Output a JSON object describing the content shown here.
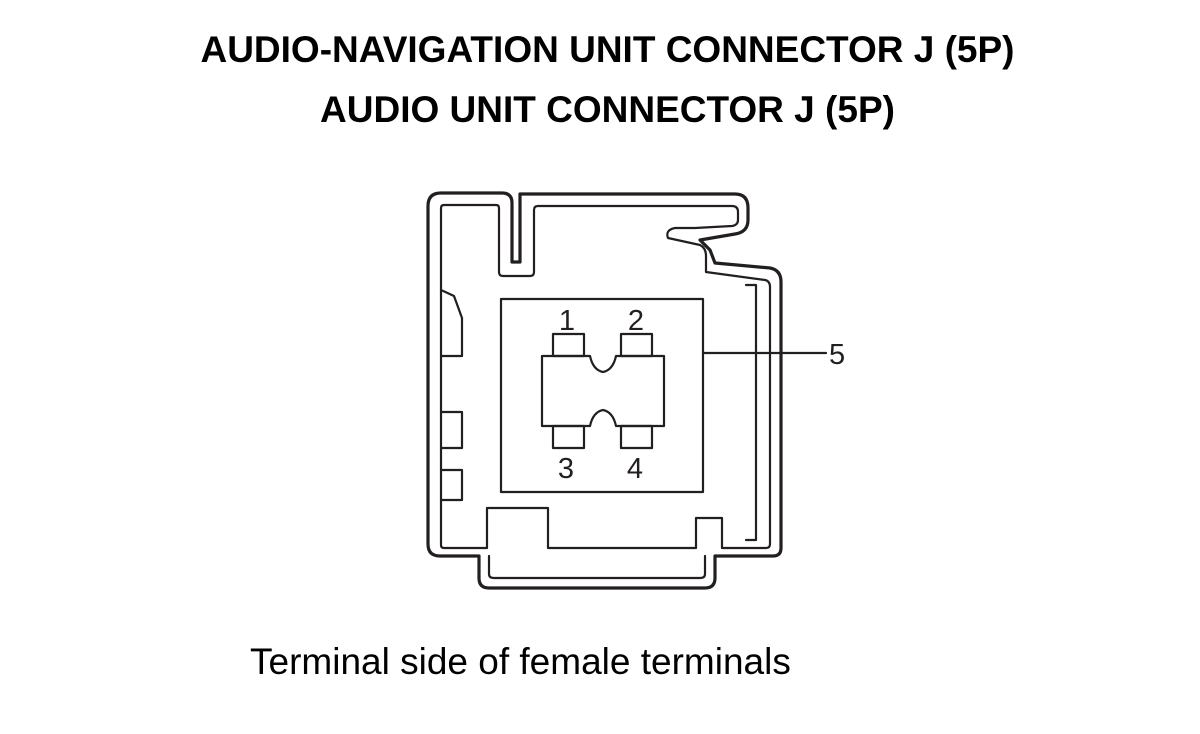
{
  "title_line_1": "AUDIO-NAVIGATION UNIT CONNECTOR J (5P)",
  "title_line_2": "AUDIO UNIT CONNECTOR J (5P)",
  "caption": "Terminal side of female terminals",
  "terminals": {
    "t1": "1",
    "t2": "2",
    "t3": "3",
    "t4": "4",
    "t5": "5"
  }
}
